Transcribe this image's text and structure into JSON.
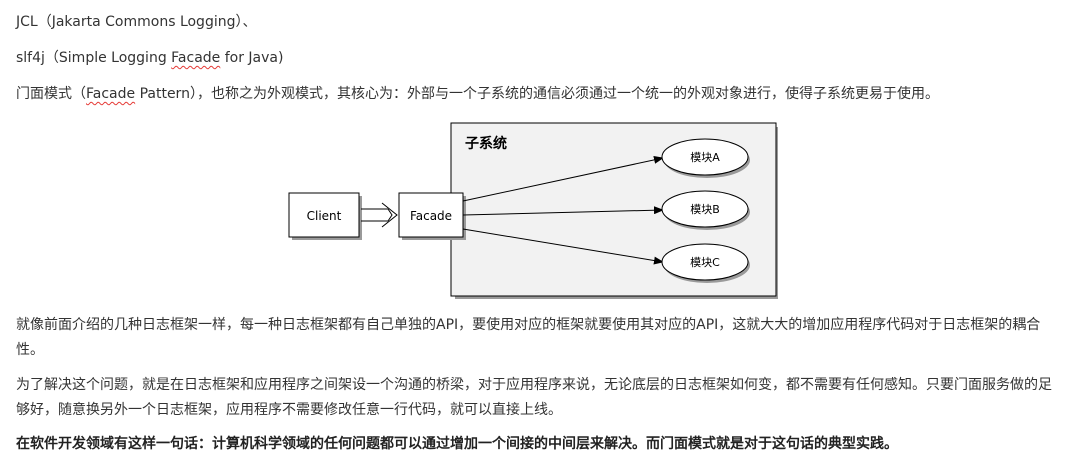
{
  "lines": {
    "jcl_prefix": "JCL（",
    "jcl_name": "Jakarta Commons Logging",
    "jcl_suffix": "）、",
    "slf4j_prefix": "slf4j（Simple Logging ",
    "slf4j_facade": "Facade",
    "slf4j_suffix": " for Java)",
    "facade_prefix": "门面模式（",
    "facade_word": "Facade",
    "facade_rest": " Pattern），也称之为外观模式，其核心为：外部与一个子系统的通信必须通过一个统一的外观对象进行，使得子系统更易于使用。"
  },
  "diagram": {
    "subsystem_label": "子系统",
    "client_label": "Client",
    "facade_label": "Facade",
    "modules": [
      "模块A",
      "模块B",
      "模块C"
    ]
  },
  "paragraphs": {
    "p1": "就像前面介绍的几种日志框架一样，每一种日志框架都有自己单独的API，要使用对应的框架就要使用其对应的API，这就大大的增加应用程序代码对于日志框架的耦合性。",
    "p2": "为了解决这个问题，就是在日志框架和应用程序之间架设一个沟通的桥梁，对于应用程序来说，无论底层的日志框架如何变，都不需要有任何感知。只要门面服务做的足够好，随意换另外一个日志框架，应用程序不需要修改任意一行代码，就可以直接上线。",
    "p3": "在软件开发领域有这样一句话：计算机科学领域的任何问题都可以通过增加一个间接的中间层来解决。而门面模式就是对于这句话的典型实践。"
  },
  "colors": {
    "spellcheck_underline": "#e53935",
    "diagram_shadow": "#9a9a9a"
  }
}
